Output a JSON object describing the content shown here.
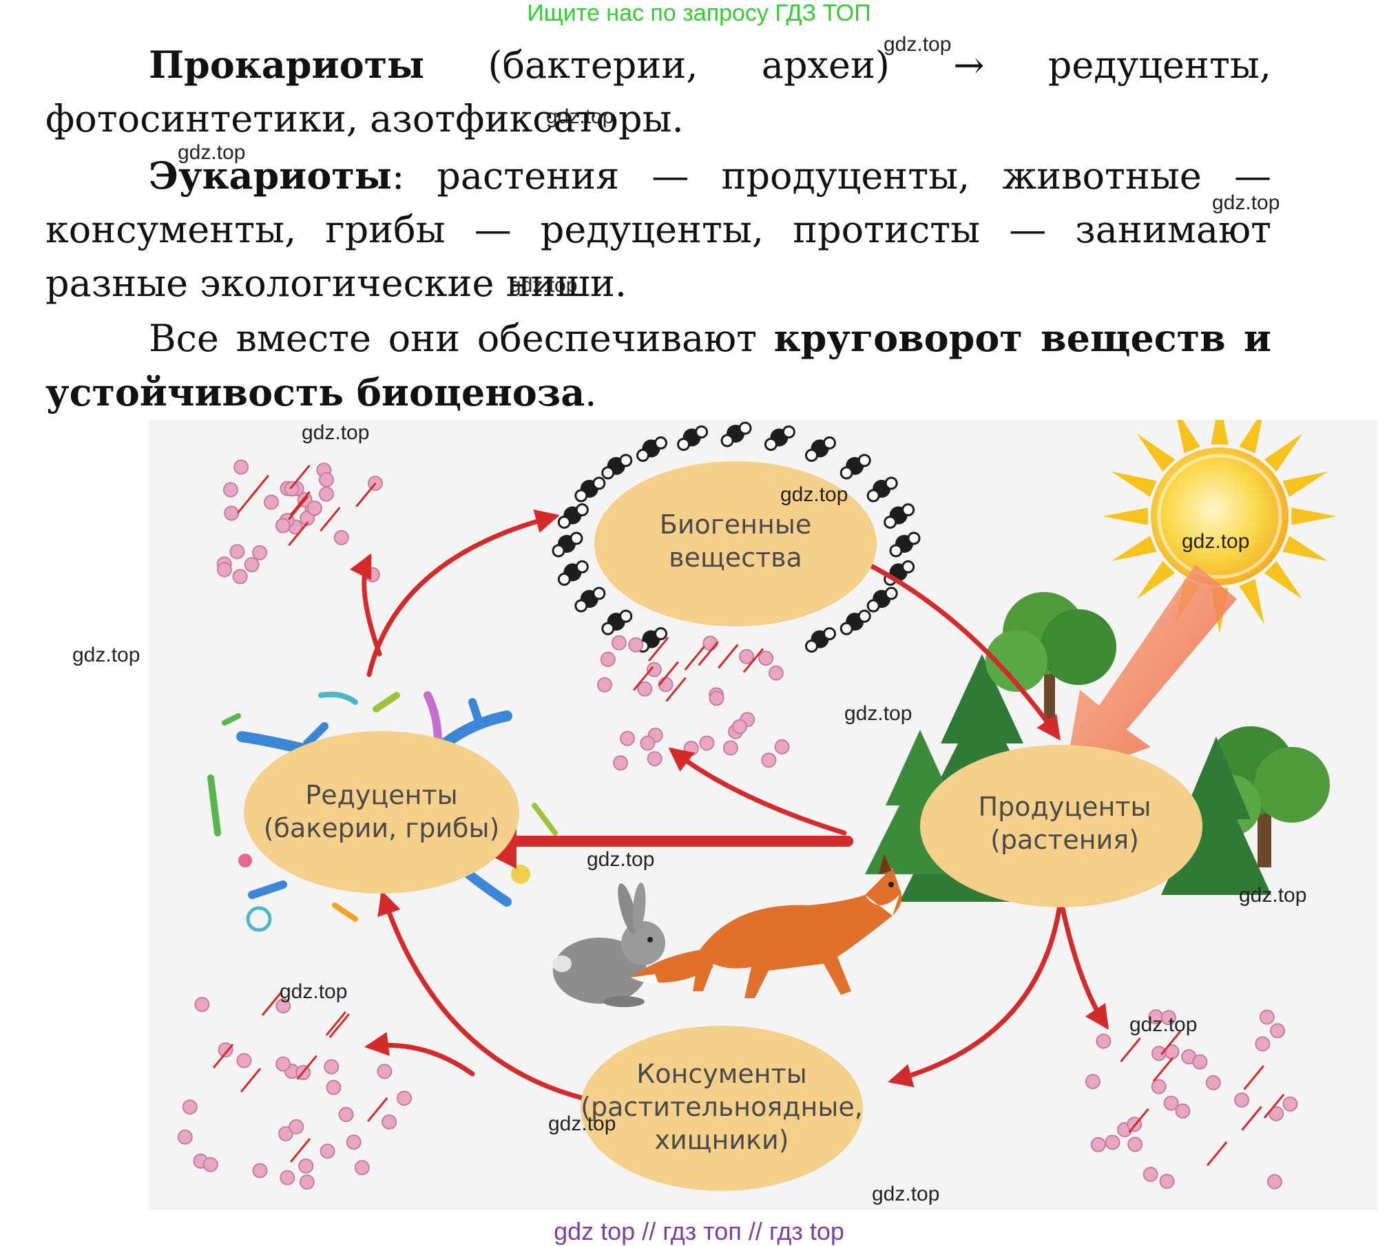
{
  "banner": "Ищите нас по запросу ГДЗ ТОП",
  "paragraphs": {
    "p1": {
      "bold": "Прокариоты",
      "rest": " (бактерии, археи) → редуценты, фотосинтетики, азотфиксаторы."
    },
    "p2": {
      "bold": "Эукариоты",
      "rest": ": растения — продуценты, животные — консументы, грибы — редуценты, протисты — занимают разные экологические ниши."
    },
    "p3": {
      "pre": "Все вместе они обеспечивают ",
      "bold": "круговорот веществ и устойчивость биоценоза",
      "post": "."
    }
  },
  "diagram": {
    "nodes": {
      "biogenic": {
        "line1": "Биогенные",
        "line2": "вещества"
      },
      "reducers": {
        "line1": "Редуценты",
        "line2": "(бакерии, грибы)"
      },
      "producers": {
        "line1": "Продуценты",
        "line2": "(растения)"
      },
      "consumers": {
        "line1": "Консументы",
        "line2": "(растительноядные,",
        "line3": "хищники)"
      }
    },
    "colors": {
      "node_fill": "#f5d08a",
      "arrow": "#d42a2a",
      "particle": "#e9a6c2",
      "sun": "#f7c21b",
      "tree": "#3f8a33",
      "fox": "#e0702a",
      "rabbit": "#8d8d8d"
    }
  },
  "watermark": "gdz.top",
  "footer": "gdz top  //  гдз топ  //  гдз top"
}
